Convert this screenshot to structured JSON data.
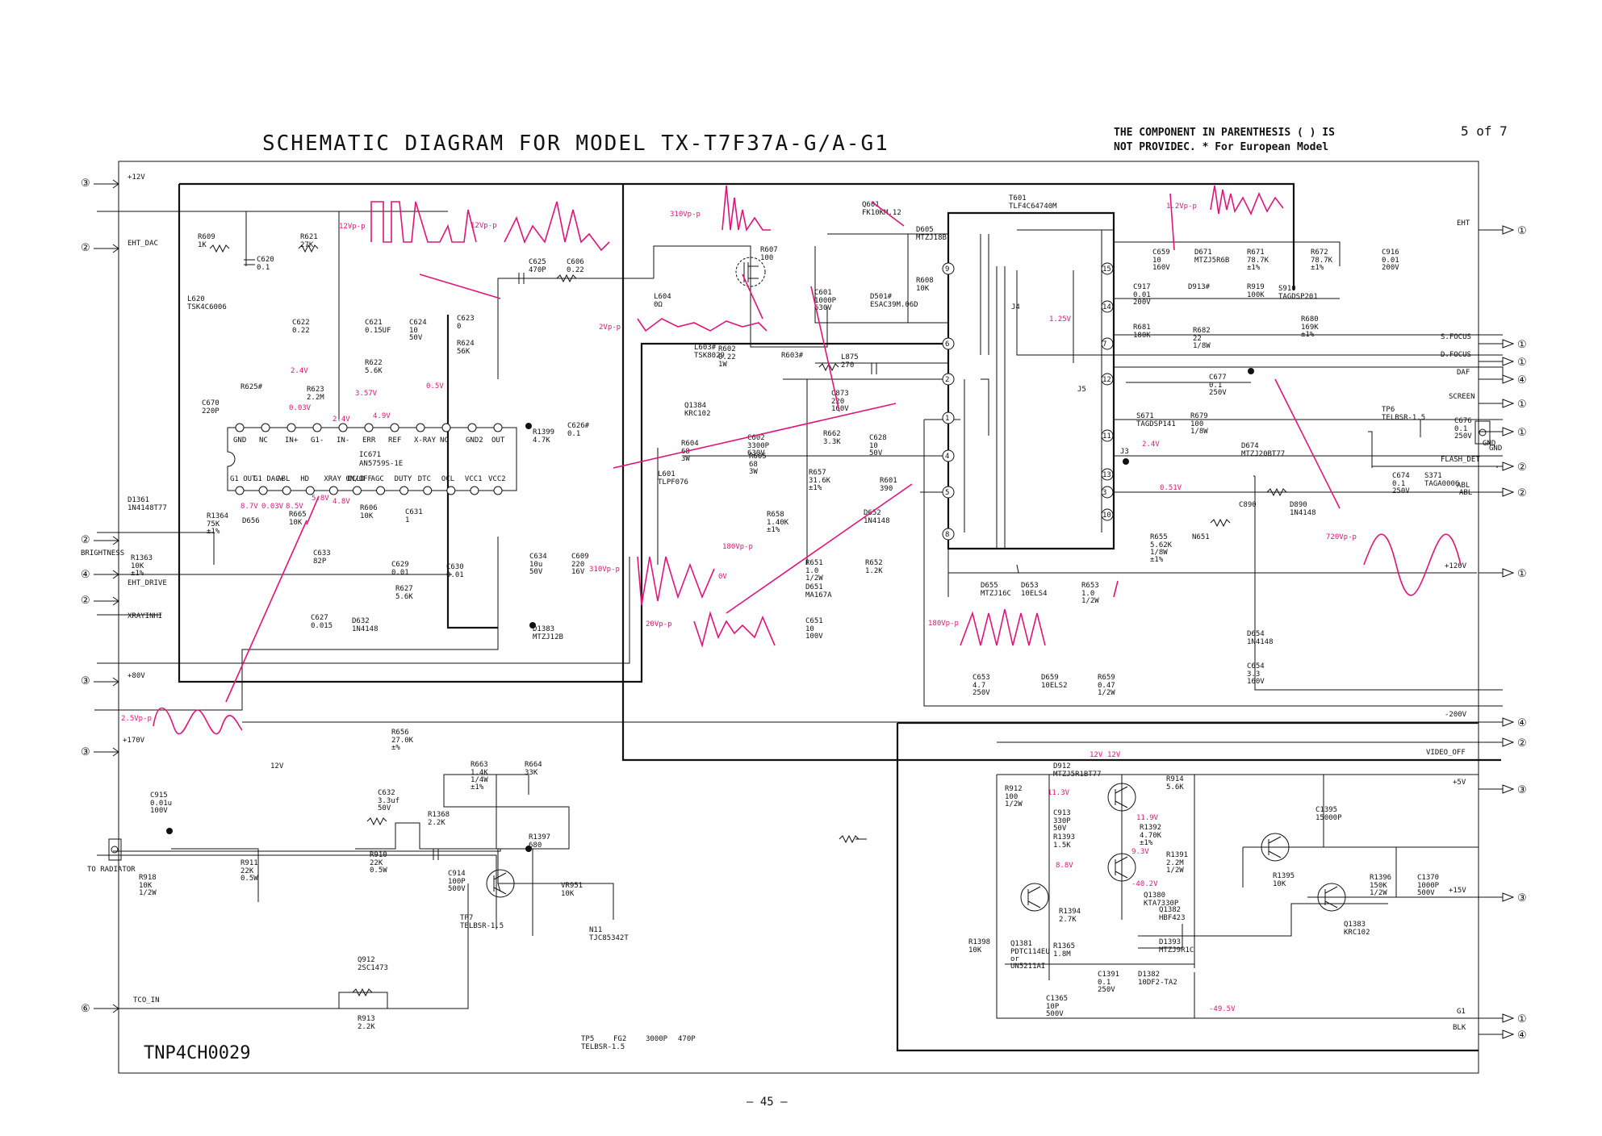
{
  "header": {
    "title": "SCHEMATIC DIAGRAM FOR MODEL  TX-T7F37A-G/A-G1",
    "note_line1": "THE COMPONENT IN PARENTHESIS ( ) IS",
    "note_line2": "NOT PROVIDEC.  * For European Model",
    "page_of": "5 of 7"
  },
  "footer": {
    "board": "TNP4CH0029",
    "page_number": "– 45 –"
  },
  "left_connectors": [
    {
      "num": "③",
      "label": "+12V"
    },
    {
      "num": "②",
      "label": "EHT_DAC"
    },
    {
      "num": "②",
      "label": "BRIGHTNESS"
    },
    {
      "num": "④",
      "label": "EHT_DRIVE"
    },
    {
      "num": "②",
      "label": "XRAYINHI"
    },
    {
      "num": "③",
      "label": "+80V"
    },
    {
      "num": "③",
      "label": "+170V"
    },
    {
      "num": "⑥",
      "label": "TCO_IN"
    }
  ],
  "right_connectors": [
    {
      "num": "①",
      "label": "EHT"
    },
    {
      "num": "①",
      "label": "S.FOCUS"
    },
    {
      "num": "①",
      "label": "D.FOCUS"
    },
    {
      "num": "④",
      "label": "DAF"
    },
    {
      "num": "①",
      "label": "SCREEN"
    },
    {
      "num": "①",
      "label": "GND"
    },
    {
      "num": "②",
      "label": "FLASH_DET"
    },
    {
      "num": "②",
      "label": "ABL"
    },
    {
      "num": "①",
      "label": "+120V"
    },
    {
      "num": "④",
      "label": "-200V"
    },
    {
      "num": "②",
      "label": "VIDEO_OFF"
    },
    {
      "num": "③",
      "label": "+5V"
    },
    {
      "num": "③",
      "label": "+15V"
    },
    {
      "num": "①",
      "label": "G1"
    },
    {
      "num": "④",
      "label": "BLK"
    }
  ],
  "ic": {
    "name": "IC671",
    "part": "AN5759S-1E",
    "top_pins": [
      "GND",
      "NC",
      "IN+",
      "G1-",
      "IN-",
      "ERR",
      "REF",
      "X-RAY",
      "NC",
      "GND2",
      "OUT"
    ],
    "bottom_pins": [
      "G1 OUT",
      "G1 DAC+",
      "ABL",
      "HD",
      "XRAY ON/OFF",
      "OCLD",
      "AGC",
      "DUTY",
      "DTC",
      "OCL",
      "VCC1",
      "VCC2"
    ]
  },
  "transformer": {
    "ref": "T601",
    "part": "TLF4C64740M",
    "pins": [
      "15",
      "14",
      "13",
      "12",
      "11",
      "10",
      "9",
      "8",
      "7",
      "6",
      "5",
      "4",
      "3",
      "2",
      "1"
    ]
  },
  "components": [
    {
      "ref": "R609",
      "val": "1K"
    },
    {
      "ref": "R621",
      "val": "27K"
    },
    {
      "ref": "C620",
      "val": "0.1"
    },
    {
      "ref": "L620",
      "val": "TSK4C6006"
    },
    {
      "ref": "C622",
      "val": "0.22"
    },
    {
      "ref": "C621",
      "val": "0.15UF"
    },
    {
      "ref": "C624",
      "val": "10 50V"
    },
    {
      "ref": "C623",
      "val": "0"
    },
    {
      "ref": "R624",
      "val": "56K"
    },
    {
      "ref": "R622",
      "val": "5.6K"
    },
    {
      "ref": "R625#",
      "val": ""
    },
    {
      "ref": "R623",
      "val": "2.2M"
    },
    {
      "ref": "C670",
      "val": "220P"
    },
    {
      "ref": "C626#",
      "val": "0.1"
    },
    {
      "ref": "D1361",
      "val": "1N4148T77"
    },
    {
      "ref": "R1364",
      "val": "75K ±1%"
    },
    {
      "ref": "R1363",
      "val": "10K ±1%"
    },
    {
      "ref": "D656",
      "val": ""
    },
    {
      "ref": "R665",
      "val": "10K"
    },
    {
      "ref": "C633",
      "val": "82P"
    },
    {
      "ref": "R606",
      "val": "10K"
    },
    {
      "ref": "C631",
      "val": "1"
    },
    {
      "ref": "C629",
      "val": "0.01"
    },
    {
      "ref": "R627",
      "val": "5.6K"
    },
    {
      "ref": "C630",
      "val": "0.01"
    },
    {
      "ref": "C627",
      "val": "0.015"
    },
    {
      "ref": "D632",
      "val": "1N4148"
    },
    {
      "ref": "C634",
      "val": "10u 50V"
    },
    {
      "ref": "C609",
      "val": "220 16V"
    },
    {
      "ref": "C625",
      "val": "470P"
    },
    {
      "ref": "C606",
      "val": "0.22"
    },
    {
      "ref": "R607",
      "val": "100"
    },
    {
      "ref": "Q601",
      "val": "FK10KM.12"
    },
    {
      "ref": "D605",
      "val": "MTZJ18B"
    },
    {
      "ref": "R608",
      "val": "10K"
    },
    {
      "ref": "D501#",
      "val": "ESAC39M.06D"
    },
    {
      "ref": "L604",
      "val": "0Ω"
    },
    {
      "ref": "C601",
      "val": "1000P 630V"
    },
    {
      "ref": "L603#",
      "val": "TSK8029"
    },
    {
      "ref": "R602",
      "val": "0.22 1W"
    },
    {
      "ref": "R603#",
      "val": ""
    },
    {
      "ref": "L875",
      "val": "270"
    },
    {
      "ref": "C873",
      "val": "220 160V"
    },
    {
      "ref": "R604",
      "val": "68 3W"
    },
    {
      "ref": "L601",
      "val": "TLPF076"
    },
    {
      "ref": "C602",
      "val": "3300P 630V"
    },
    {
      "ref": "R605",
      "val": "68 3W"
    },
    {
      "ref": "R662",
      "val": "3.3K"
    },
    {
      "ref": "C628",
      "val": "10 50V"
    },
    {
      "ref": "R657",
      "val": "31.6K ±1%"
    },
    {
      "ref": "R658",
      "val": "1.40K ±1%"
    },
    {
      "ref": "R651",
      "val": "1.0 1/2W"
    },
    {
      "ref": "D651",
      "val": "MA167A"
    },
    {
      "ref": "C651",
      "val": "10 100V"
    },
    {
      "ref": "R601",
      "val": "390"
    },
    {
      "ref": "D652",
      "val": "1N4148"
    },
    {
      "ref": "R652",
      "val": "1.2K"
    },
    {
      "ref": "D655",
      "val": "MTZJ16C"
    },
    {
      "ref": "D653",
      "val": "10ELS4"
    },
    {
      "ref": "R653",
      "val": "1.0 1/2W"
    },
    {
      "ref": "C653",
      "val": "4.7 250V"
    },
    {
      "ref": "D659",
      "val": "10ELS2"
    },
    {
      "ref": "R659",
      "val": "0.47 1/2W"
    },
    {
      "ref": "C659",
      "val": "10 160V"
    },
    {
      "ref": "D671",
      "val": "MTZJ5R6B"
    },
    {
      "ref": "R671",
      "val": "78.7K ±1%"
    },
    {
      "ref": "R672",
      "val": "78.7K ±1%"
    },
    {
      "ref": "C916",
      "val": "0.01 200V"
    },
    {
      "ref": "C917",
      "val": "0.01 200V"
    },
    {
      "ref": "D913#",
      "val": ""
    },
    {
      "ref": "R919",
      "val": "100K"
    },
    {
      "ref": "S910",
      "val": "TAGDSP201"
    },
    {
      "ref": "R680",
      "val": "169K ±1%"
    },
    {
      "ref": "R681",
      "val": "180K"
    },
    {
      "ref": "R682",
      "val": "22 1/8W"
    },
    {
      "ref": "C677",
      "val": "0.1 250V"
    },
    {
      "ref": "S671",
      "val": "TAGDSP141"
    },
    {
      "ref": "R679",
      "val": "100 1/8W"
    },
    {
      "ref": "D674",
      "val": "MTZJ20BT77"
    },
    {
      "ref": "TP6",
      "val": "TELBSR-1.5"
    },
    {
      "ref": "C676",
      "val": "0.1 250V"
    },
    {
      "ref": "C674",
      "val": "0.1 250V"
    },
    {
      "ref": "S371",
      "val": "TAGA0006"
    },
    {
      "ref": "R655",
      "val": "5.62K 1/8W ±1%"
    },
    {
      "ref": "N651",
      "val": ""
    },
    {
      "ref": "C890",
      "val": ""
    },
    {
      "ref": "D890",
      "val": "1N4148"
    },
    {
      "ref": "D654",
      "val": "1N4148"
    },
    {
      "ref": "C654",
      "val": "3.3 160V"
    },
    {
      "ref": "R656",
      "val": "27.0K ±%"
    },
    {
      "ref": "R663",
      "val": "1.4K 1/4W ±1%"
    },
    {
      "ref": "R664",
      "val": "33K"
    },
    {
      "ref": "C632",
      "val": "3.3uf 50V"
    },
    {
      "ref": "R1368",
      "val": "2.2K"
    },
    {
      "ref": "R910",
      "val": "22K 0.5W"
    },
    {
      "ref": "R911",
      "val": "22K 0.5W"
    },
    {
      "ref": "R918",
      "val": "10K 1/2W"
    },
    {
      "ref": "C915",
      "val": "0.01u 100V"
    },
    {
      "ref": "C914",
      "val": "100P 500V"
    },
    {
      "ref": "VR951",
      "val": "10K"
    },
    {
      "ref": "N11",
      "val": "TJC85342T"
    },
    {
      "ref": "TP7",
      "val": "TELBSR-1.5"
    },
    {
      "ref": "Q912",
      "val": "2SC1473"
    },
    {
      "ref": "R913",
      "val": "2.2K"
    },
    {
      "ref": "D912",
      "val": "MTZJ5R1BT77"
    },
    {
      "ref": "R912",
      "val": "100 1/2W"
    },
    {
      "ref": "C913",
      "val": "330P 50V"
    },
    {
      "ref": "R914",
      "val": "5.6K"
    },
    {
      "ref": "R1392",
      "val": "4.70K ±1%"
    },
    {
      "ref": "R1391",
      "val": "2.2M 1/2W"
    },
    {
      "ref": "R1393",
      "val": "1.5K"
    },
    {
      "ref": "Q1380",
      "val": "KTA7330P"
    },
    {
      "ref": "R1394",
      "val": "2.7K"
    },
    {
      "ref": "Q1382",
      "val": "HBF423"
    },
    {
      "ref": "D1393",
      "val": "MTZJ9R1C"
    },
    {
      "ref": "R1398",
      "val": "10K"
    },
    {
      "ref": "Q1381",
      "val": "PDTC114EU or UN5211AI"
    },
    {
      "ref": "R1365",
      "val": "1.8M"
    },
    {
      "ref": "C1365",
      "val": "10P 500V"
    },
    {
      "ref": "C1391",
      "val": "0.1 250V"
    },
    {
      "ref": "D1382",
      "val": "10DF2-TA2"
    },
    {
      "ref": "R1395",
      "val": "10K"
    },
    {
      "ref": "C1395",
      "val": "15000P"
    },
    {
      "ref": "R1396",
      "val": "150K 1/2W"
    },
    {
      "ref": "C1370",
      "val": "1000P 500V"
    },
    {
      "ref": "Q1383",
      "val": "KRC102"
    },
    {
      "ref": "R1399",
      "val": "4.7K"
    },
    {
      "ref": "D1383",
      "val": "MTZJ12B"
    },
    {
      "ref": "R1397",
      "val": "680"
    },
    {
      "ref": "Q1384",
      "val": "KRC102"
    },
    {
      "ref": "J3",
      "val": ""
    },
    {
      "ref": "J4",
      "val": ""
    },
    {
      "ref": "J5",
      "val": ""
    },
    {
      "ref": "TP5",
      "val": "TELBSR-1.5"
    },
    {
      "ref": "FG2",
      "val": ""
    },
    {
      "ref": "3000P",
      "val": ""
    },
    {
      "ref": "470P",
      "val": ""
    }
  ],
  "voltages": [
    "2.4V",
    "3.57V",
    "0.5V",
    "0.03V",
    "2.4V",
    "4.9V",
    "8.7V",
    "0.03V",
    "8.5V",
    "5.8V",
    "4.8V",
    "0V",
    "1.25V",
    "2.4V",
    "0.51V",
    "12V",
    "11.3V",
    "11.9V",
    "9.3V",
    "8.8V",
    "-40.2V",
    "-49.5V",
    "12V"
  ],
  "waveforms": [
    "12Vp-p",
    "12Vp-p",
    "310Vp-p",
    "1.2Vp-p",
    "2Vp-p",
    "180Vp-p",
    "310Vp-p",
    "20Vp-p",
    "180Vp-p",
    "720Vp-p",
    "2.5Vp-p"
  ],
  "misc": {
    "to_radiator": "TO RADIATOR",
    "gnd": "GND",
    "abl": "ABL",
    "twelve_v": "12V"
  },
  "colors": {
    "wire": "#111111",
    "annotation": "#e0147a",
    "background": "#ffffff"
  }
}
